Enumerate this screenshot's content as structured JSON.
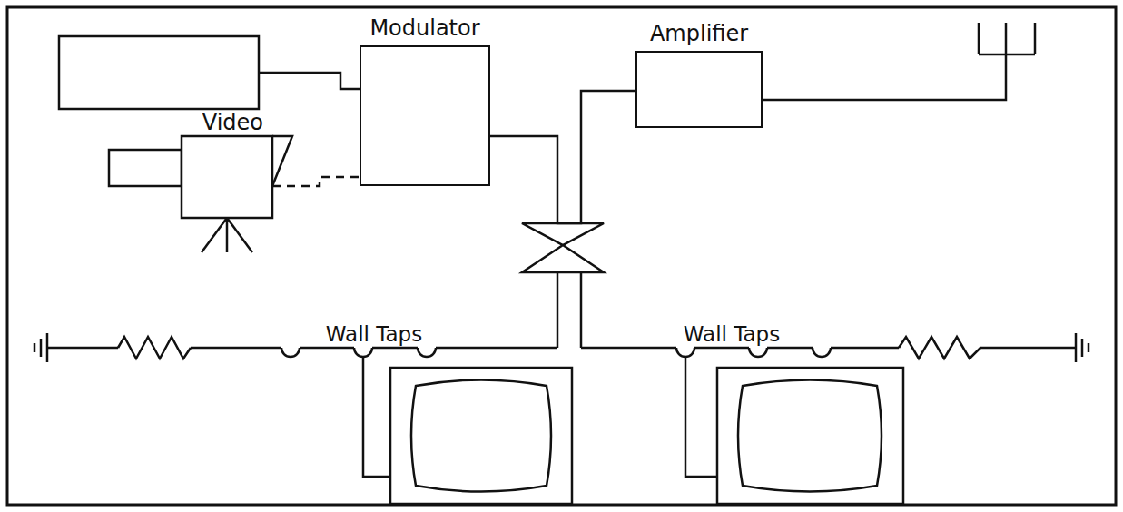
{
  "diagram": {
    "nodes": [
      {
        "text": [
          "Video"
        ]
      },
      {
        "text": [
          "Modulator"
        ]
      },
      {
        "text": [
          "Amplifier"
        ]
      }
    ],
    "edges": [
      {
        "from": 0,
        "to": 1,
        "arrow": "none"
      },
      {
        "from": 1,
        "to": 2,
        "arrow": "none"
      }
    ],
    "labels": [
      "Wall Taps",
      "Wall Taps"
    ]
  }
}
